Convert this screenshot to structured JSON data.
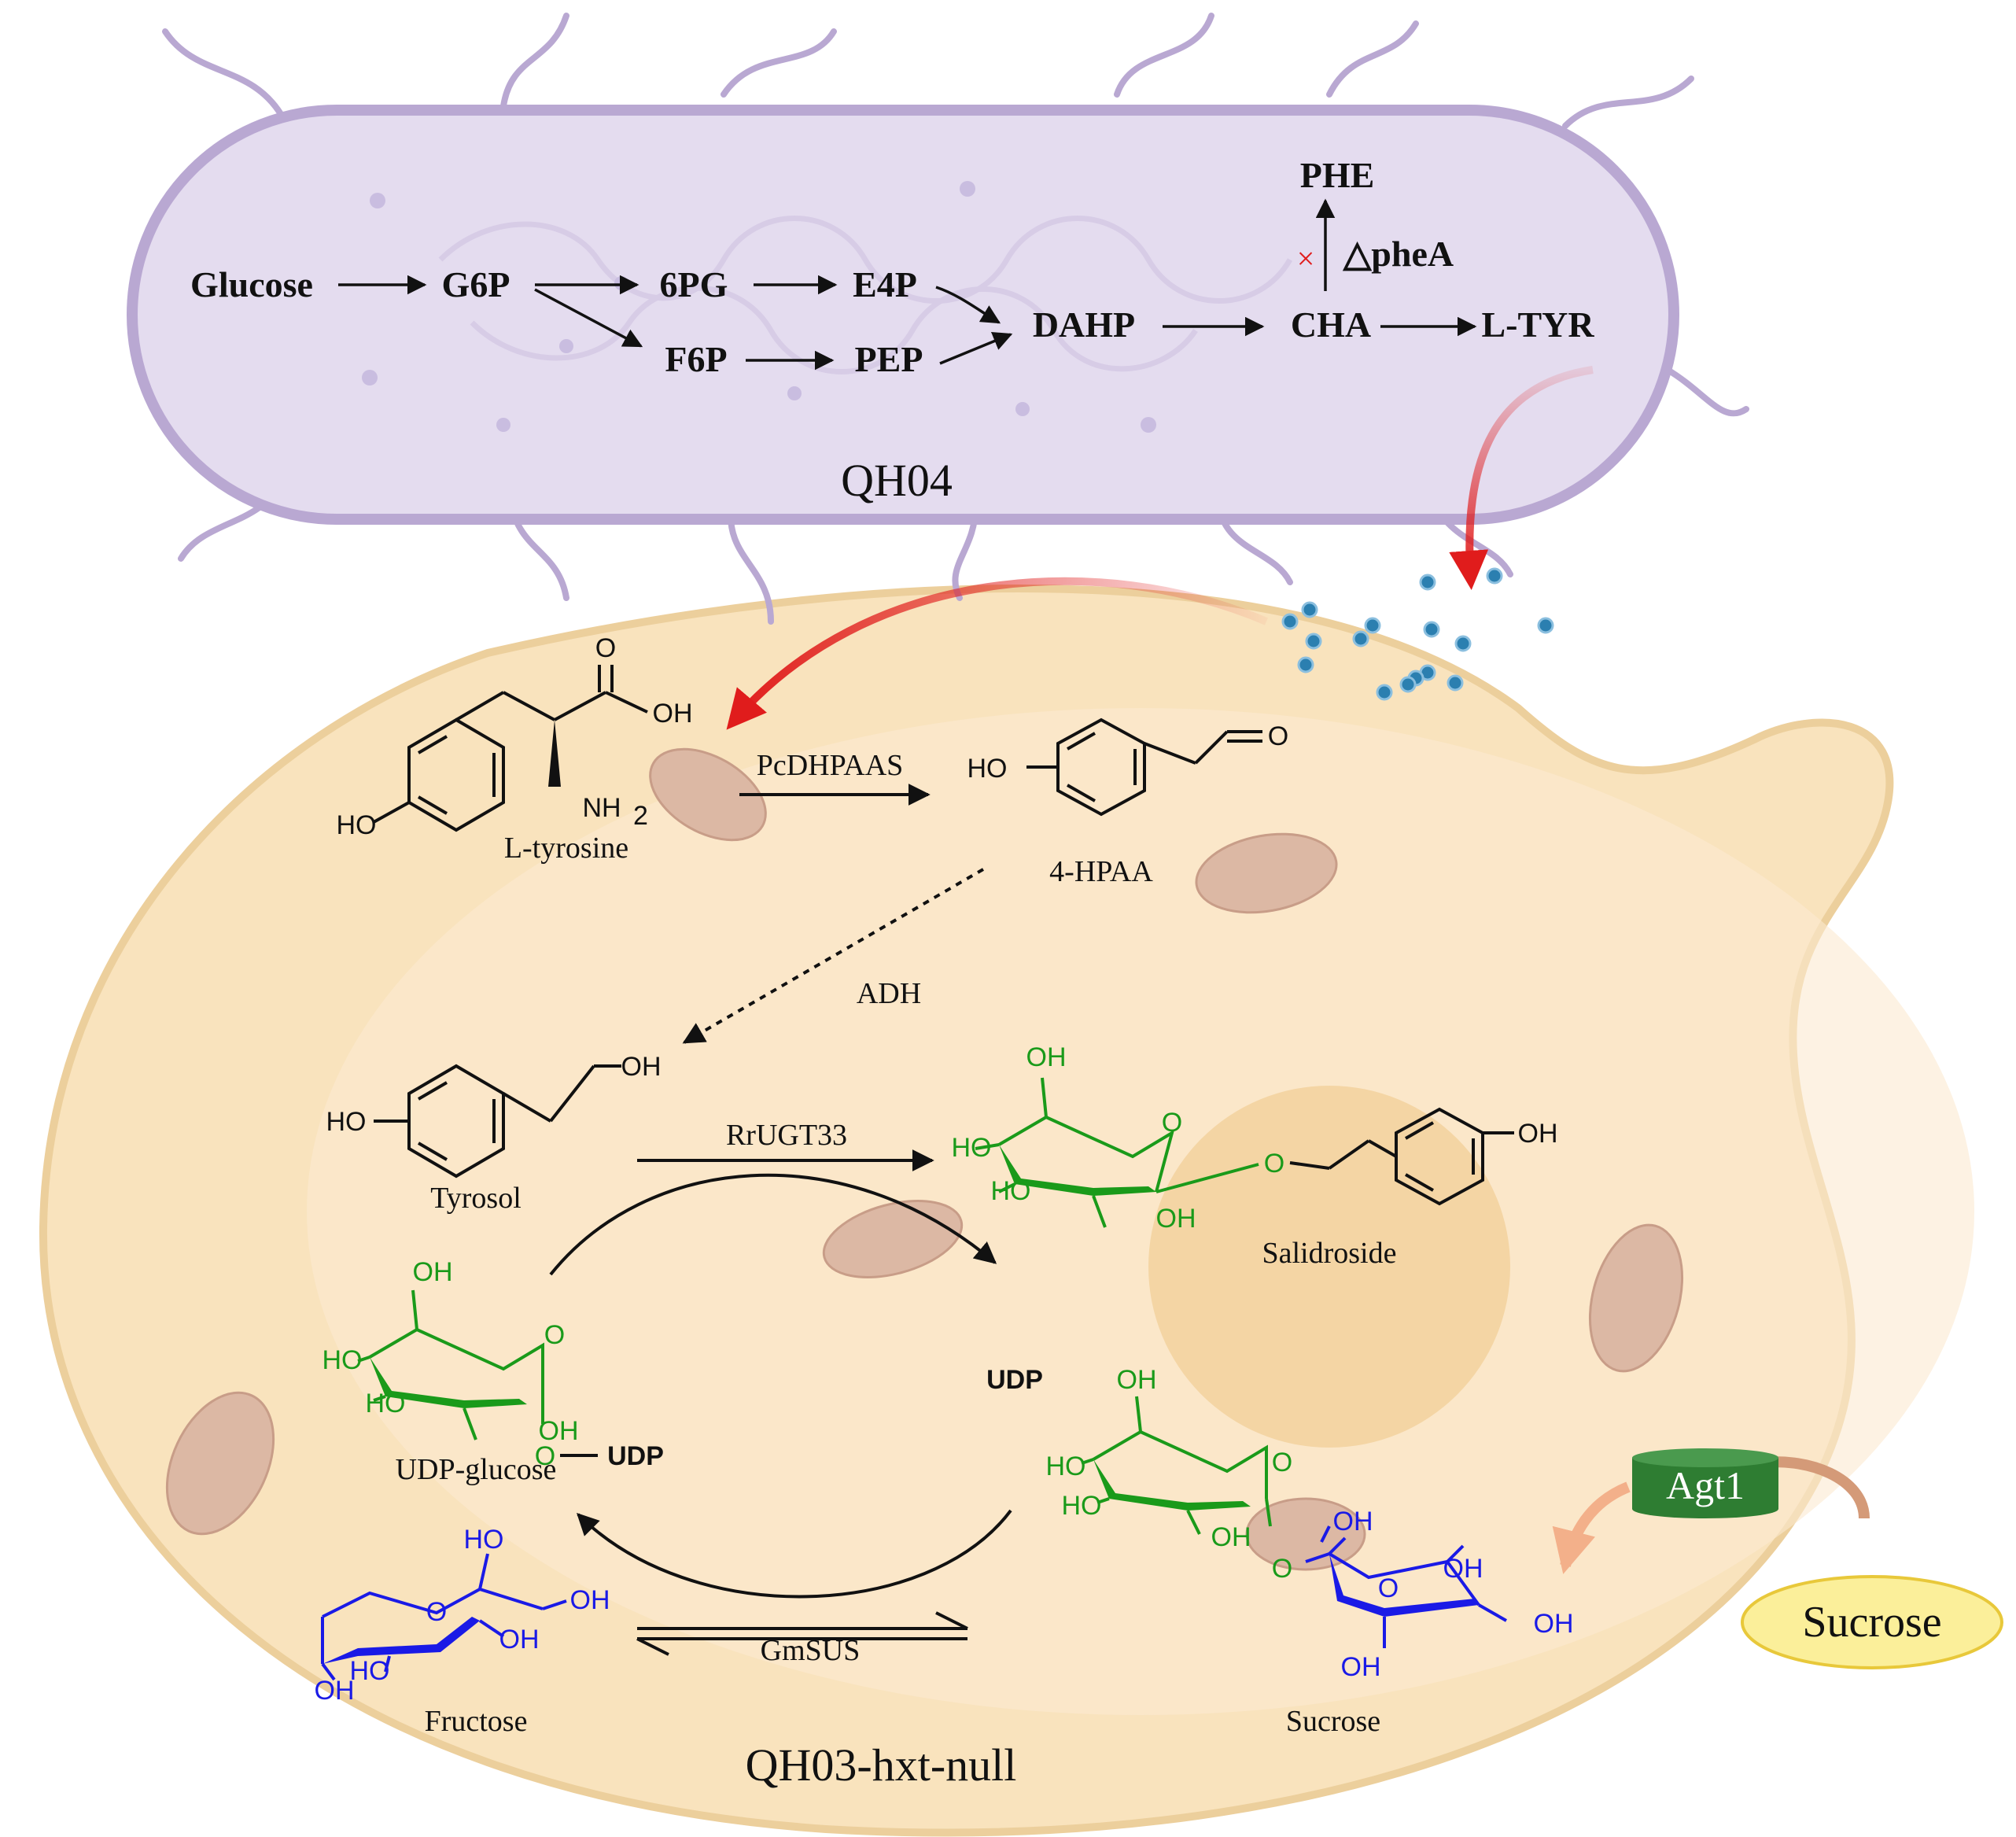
{
  "colors": {
    "bacterium_fill": "#e4dcef",
    "bacterium_stroke": "#b9a8d2",
    "yeast_fill": "#f9e3bd",
    "yeast_stroke": "#eccf9c",
    "mitochondrion": "#dcb8a4",
    "tyrosine_particles": "#2b7fb0",
    "export_arrow": "#e01c1c",
    "glucose_moiety": "#1a9a1a",
    "fructose_moiety": "#1a1ae6",
    "transporter": "#2e7d32",
    "sucrose_ellipse": "#fbef9a",
    "sucrose_arrow": "#f3b08a",
    "block_mark": "#e01c1c"
  },
  "bacterium": {
    "strain": "QH04",
    "pathway": {
      "glucose": "Glucose",
      "g6p": "G6P",
      "pg6": "6PG",
      "e4p": "E4P",
      "f6p": "F6P",
      "pep": "PEP",
      "dahp": "DAHP",
      "cha": "CHA",
      "ltyr": "L-TYR",
      "phe": "PHE",
      "knockout": "△pheA",
      "block_mark": "×"
    }
  },
  "yeast": {
    "strain": "QH03-hxt-null",
    "compounds": {
      "ltyrosine": "L-tyrosine",
      "hpaa": "4-HPAA",
      "tyrosol": "Tyrosol",
      "salidroside": "Salidroside",
      "udp_glucose": "UDP-glucose",
      "udp": "UDP",
      "fructose": "Fructose",
      "sucrose": "Sucrose"
    },
    "enzymes": {
      "pcdhpaas": "PcDHPAAS",
      "adh": "ADH",
      "rrugt33": "RrUGT33",
      "gmsus": "GmSUS"
    },
    "transporter": "Agt1",
    "external_substrate": "Sucrose"
  },
  "atoms": {
    "o": "O",
    "oh": "OH",
    "ho": "HO",
    "nh2": "NH",
    "nh2_sub": "2",
    "udp_tag": "UDP"
  }
}
